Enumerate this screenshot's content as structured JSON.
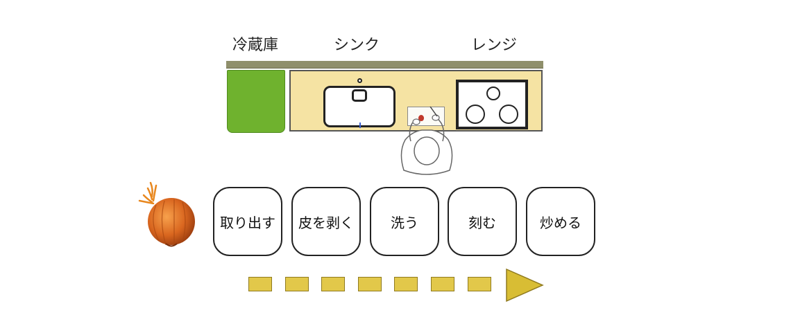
{
  "station_labels": {
    "fridge": "冷蔵庫",
    "sink": "シンク",
    "stove": "レンジ"
  },
  "steps": [
    "取り出す",
    "皮を剥く",
    "洗う",
    "刻む",
    "炒める"
  ],
  "colors": {
    "fridge": "#6fb22e",
    "counter": "#f5e3a3",
    "counter_top": "#8f8f6b",
    "progress": "#e2c84a",
    "onion": "#d9661f"
  },
  "icons": {
    "ingredient": "onion-icon",
    "cook": "person-top-view-icon",
    "direction": "arrow-right-icon"
  }
}
